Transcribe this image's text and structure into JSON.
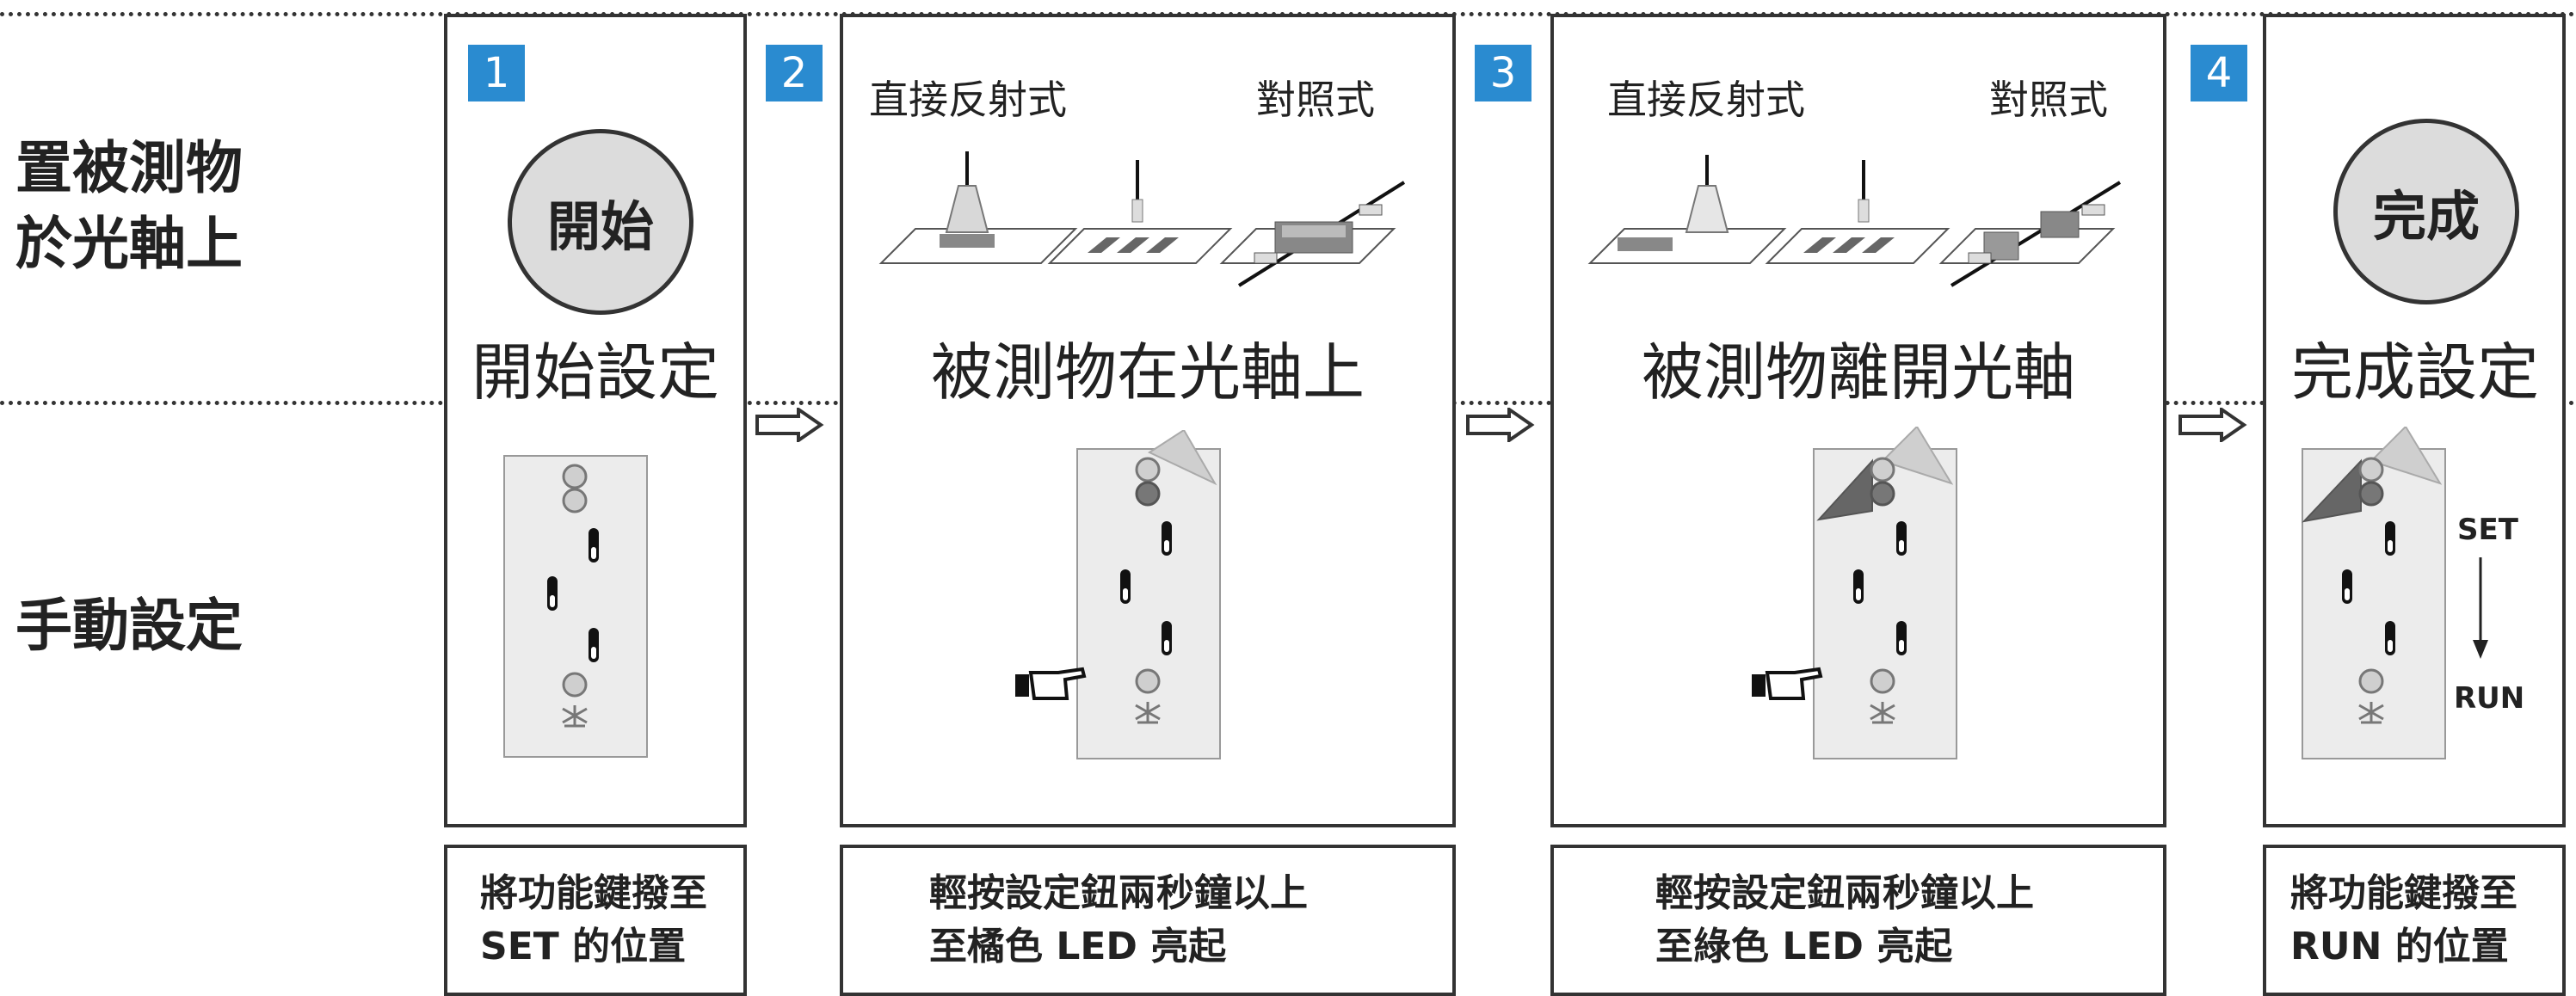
{
  "row_labels": {
    "top_line1": "置被測物",
    "top_line2": "於光軸上",
    "bottom": "手動設定"
  },
  "steps": [
    {
      "number": "1",
      "button": "開始",
      "title": "開始設定",
      "caption_line1": "將功能鍵撥至",
      "caption_line2": "SET 的位置"
    },
    {
      "number": "2",
      "left_label": "直接反射式",
      "right_label": "對照式",
      "title": "被測物在光軸上",
      "caption_line1": "輕按設定鈕兩秒鐘以上",
      "caption_line2": "至橘色 LED 亮起"
    },
    {
      "number": "3",
      "left_label": "直接反射式",
      "right_label": "對照式",
      "title": "被測物離開光軸",
      "caption_line1": "輕按設定鈕兩秒鐘以上",
      "caption_line2": "至綠色 LED 亮起"
    },
    {
      "number": "4",
      "button": "完成",
      "title": "完成設定",
      "caption_line1": "將功能鍵撥至",
      "caption_line2": "RUN 的位置",
      "switch_top": "SET",
      "switch_bottom": "RUN"
    }
  ],
  "colors": {
    "badge": "#2a8bd0",
    "led_orange": "#e69a3c",
    "led_green": "#6aa84f"
  }
}
